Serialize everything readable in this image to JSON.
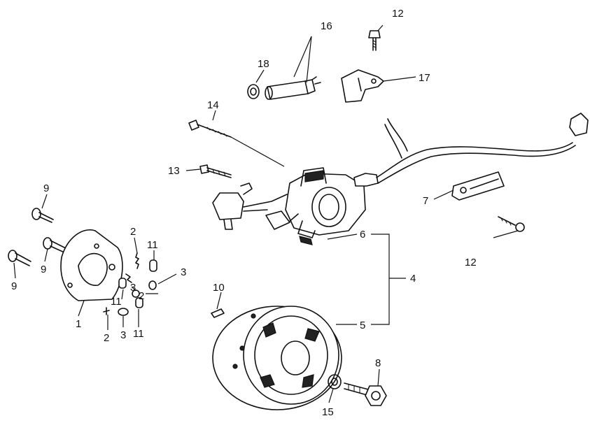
{
  "callouts": {
    "c1": "1",
    "c2a": "2",
    "c2b": "2",
    "c2c": "2",
    "c3a": "3",
    "c3b": "3",
    "c3c": "3",
    "c4": "4",
    "c5": "5",
    "c6": "6",
    "c7": "7",
    "c8": "8",
    "c9a": "9",
    "c9b": "9",
    "c9c": "9",
    "c10": "10",
    "c11a": "11",
    "c11b": "11",
    "c11c": "11",
    "c12a": "12",
    "c12b": "12",
    "c13": "13",
    "c14": "14",
    "c15": "15",
    "c16": "16",
    "c17": "17",
    "c18": "18"
  }
}
